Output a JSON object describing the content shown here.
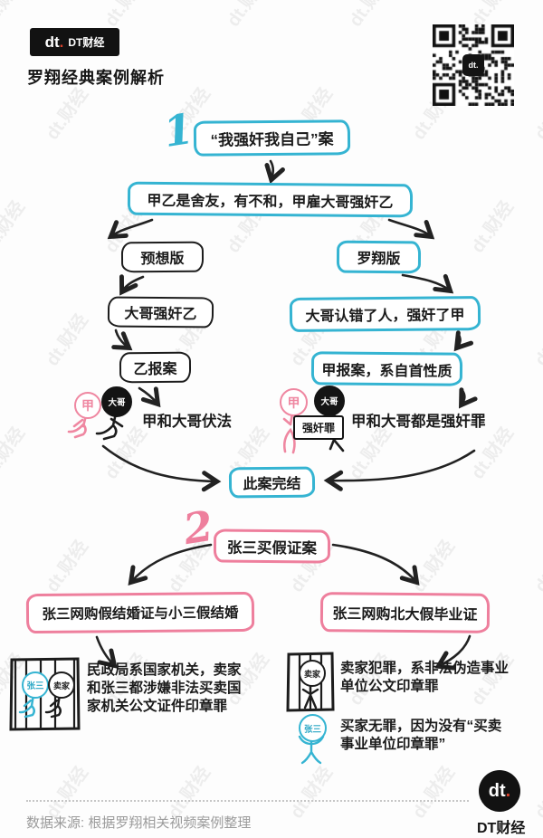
{
  "header": {
    "logo_text": "dt",
    "logo_dot": ".",
    "brand": "DT财经",
    "title": "罗翔经典案例解析",
    "qr_logo": "dt."
  },
  "watermark": "dt.财经",
  "case1": {
    "number": "1",
    "title": "“我强奸我自己”案",
    "premise": "甲乙是舍友，有不和，甲雇大哥强奸乙",
    "fig_jia": "甲",
    "fig_dage": "大哥",
    "left_branch": {
      "label": "预想版",
      "step1": "大哥强奸乙",
      "step2": "乙报案",
      "outcome": "甲和大哥伏法"
    },
    "right_branch": {
      "label": "罗翔版",
      "step1": "大哥认错了人，强奸了甲",
      "step2": "甲报案，系自首性质",
      "tag": "强奸罪",
      "outcome": "甲和大哥都是强奸罪"
    },
    "conclusion": "此案完结"
  },
  "case2": {
    "number": "2",
    "title": "张三买假证案",
    "fig_zhangsan": "张三",
    "fig_maijia": "卖家",
    "left_branch": {
      "premise": "张三网购假结婚证与小三假结婚",
      "outcome_lines": [
        "民政局系国家机关，卖家",
        "和张三都涉嫌非法买卖国",
        "家机关公文证件印章罪"
      ]
    },
    "right_branch": {
      "premise": "张三网购北大假毕业证",
      "seller_outcome_lines": [
        "卖家犯罪，系非法伪造事业",
        "单位公文印章罪"
      ],
      "buyer_outcome_lines": [
        "买家无罪，因为没有“买卖",
        "事业单位印章罪”"
      ]
    }
  },
  "footer": {
    "source": "数据来源: 根据罗翔相关视频案例整理",
    "logo_text": "dt",
    "logo_dot": ".",
    "brand": "DT财经"
  },
  "colors": {
    "cyan": "#35b4d2",
    "pink": "#ee7f9d",
    "black": "#1c1c1c",
    "red": "#d8402b",
    "gray_text": "#9b9b9b"
  }
}
